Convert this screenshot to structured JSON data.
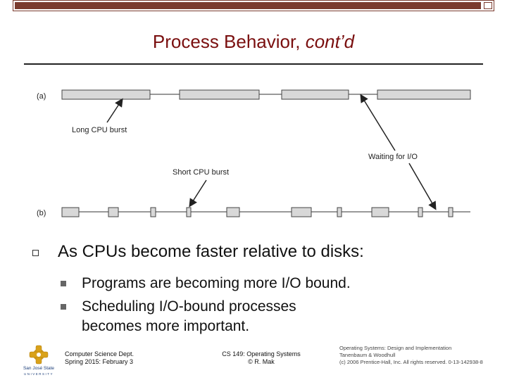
{
  "slide": {
    "title_main": "Process Behavior, ",
    "title_italic": "cont’d"
  },
  "diagram": {
    "label_a": "(a)",
    "label_b": "(b)",
    "long_burst": "Long CPU burst",
    "short_burst": "Short CPU burst",
    "waiting": "Waiting for I/O"
  },
  "bullets": {
    "main": "As CPUs become faster relative to disks:",
    "items": [
      "Programs are becoming more I/O bound.",
      "Scheduling I/O-bound processes",
      "becomes more important."
    ]
  },
  "footer": {
    "logo_text": "San José State",
    "logo_sub": "UNIVERSITY",
    "dept_line1": "Computer Science Dept.",
    "dept_line2": "Spring 2015: February 3",
    "course_line1": "CS 149: Operating Systems",
    "course_line2": "© R. Mak",
    "credit_line1": "Operating Systems: Design and Implementation",
    "credit_line2": "Tanenbaum & Woodhull",
    "credit_line3": "(c) 2006 Prentice-Hall, Inc. All rights reserved. 0-13-142938-8"
  },
  "colors": {
    "accent": "#7a3b2e",
    "title": "#7a0f0f"
  }
}
